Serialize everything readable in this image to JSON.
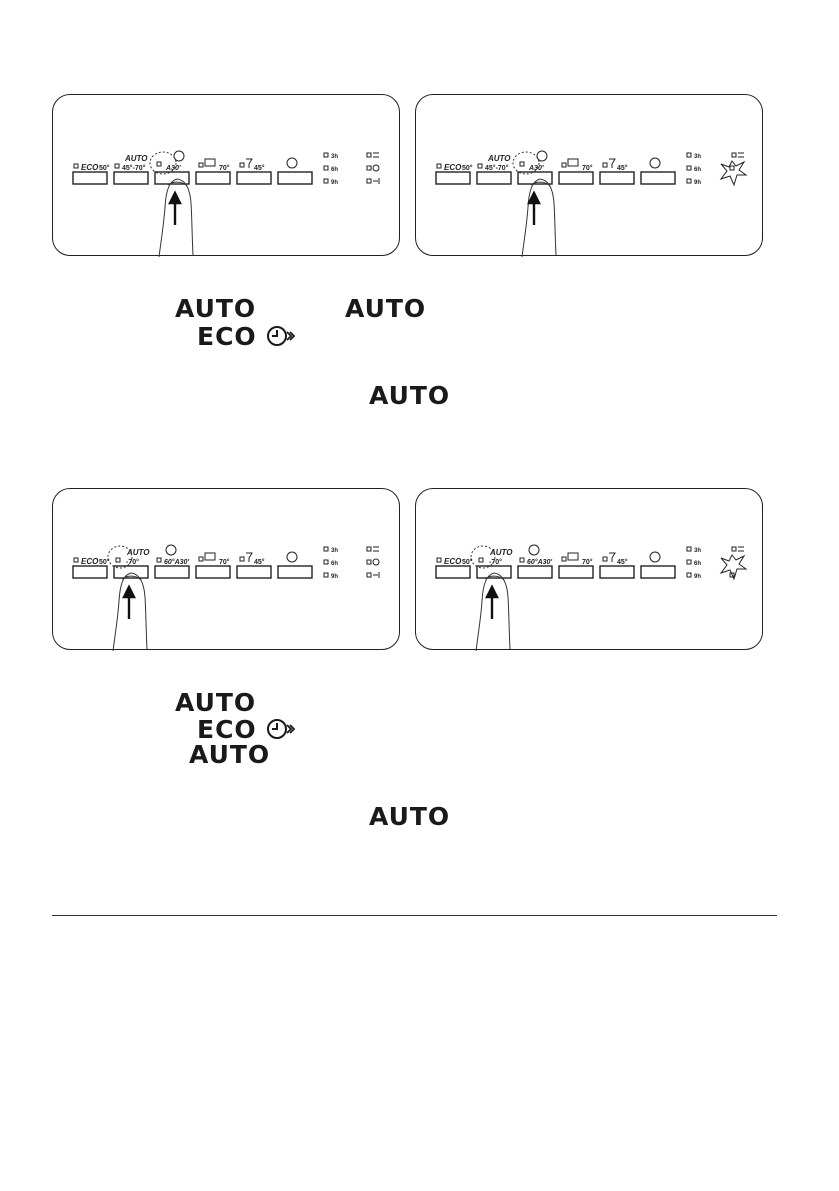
{
  "panel": {
    "eco": "ECO",
    "eco_temp": "50°",
    "auto": "AUTO",
    "auto_range": "45°-70°",
    "auto_range_short": "-70°",
    "a30": "A30'",
    "p60a30": "60°A30'",
    "intensive_temp": "70°",
    "glass_temp": "45°",
    "delay_3h": "3h",
    "delay_6h": "6h",
    "delay_9h": "9h",
    "icons": [
      "timesaver-icon",
      "auto-wash-icon",
      "end-arrow-icon",
      "delay-icon",
      "pot-icon",
      "glass-icon"
    ]
  },
  "section1": {
    "line1_word_a": "AUTO",
    "line1_word_b": "AUTO",
    "line2_word": "ECO",
    "line3_word": "AUTO"
  },
  "section2": {
    "line1_word": "AUTO",
    "line2_word": "ECO",
    "line3_word": "AUTO",
    "line4_word": "AUTO"
  }
}
